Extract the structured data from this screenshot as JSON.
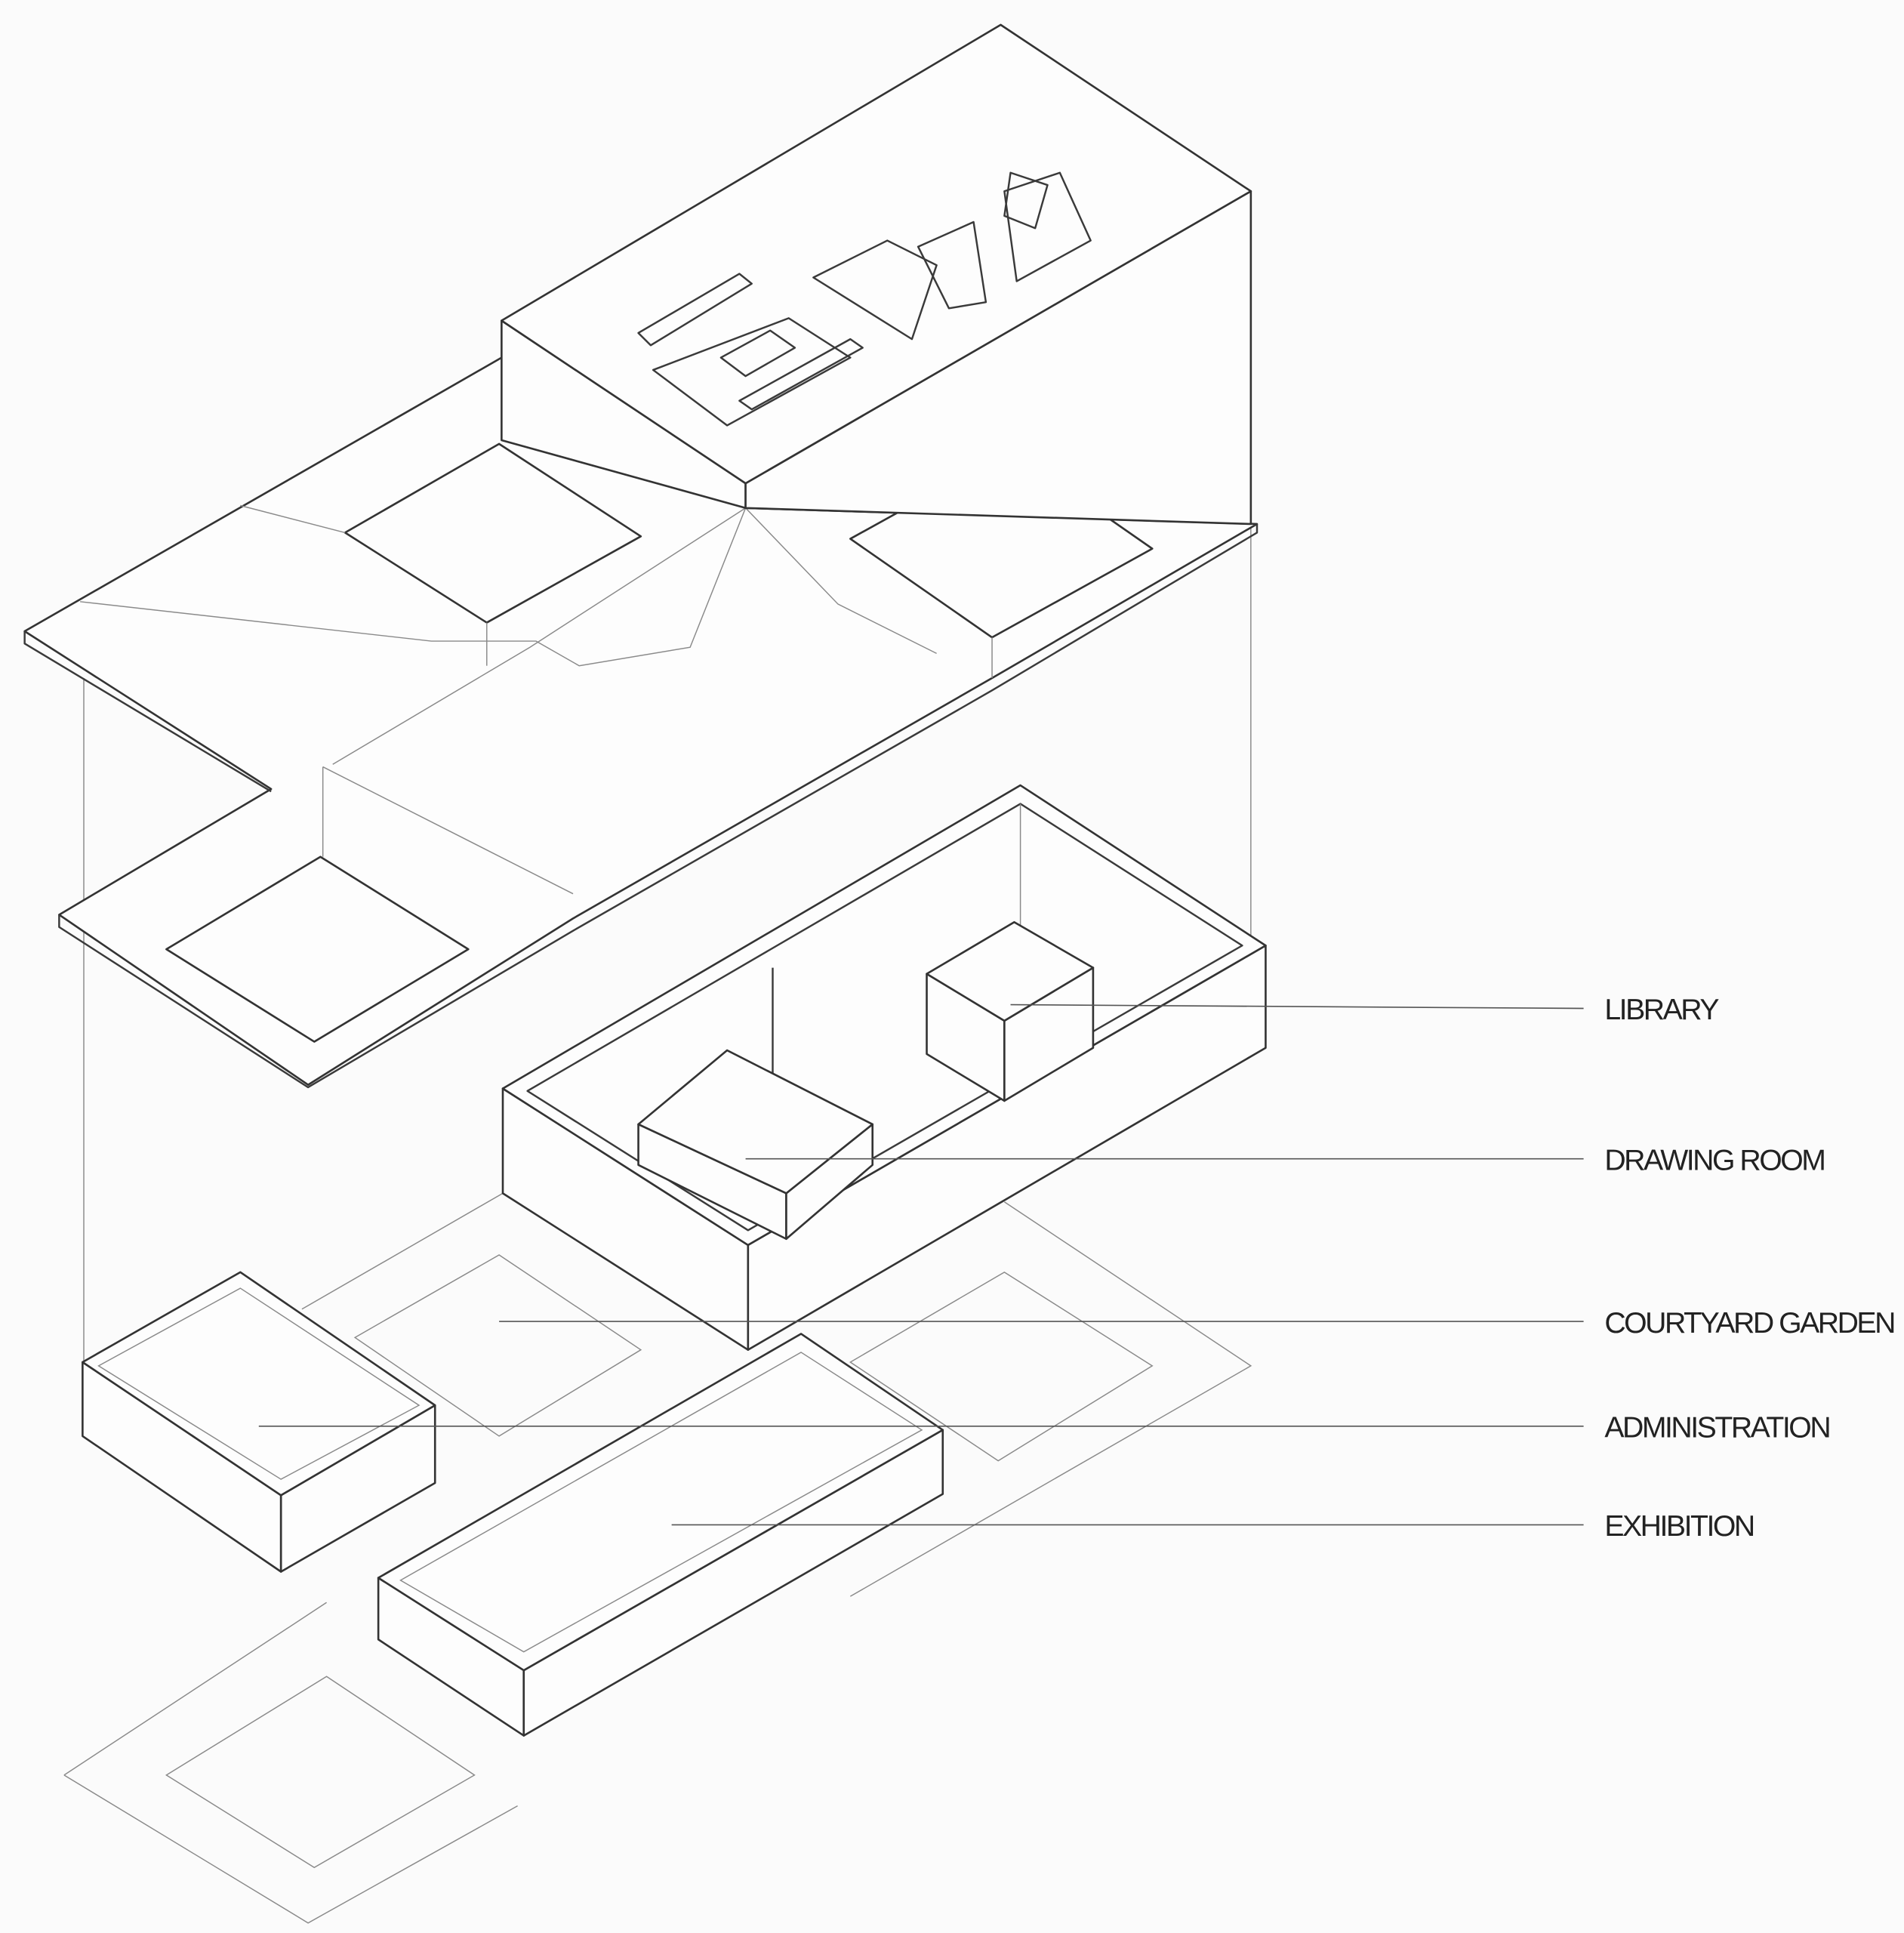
{
  "diagram": {
    "type": "exploded isometric architectural program diagram",
    "labels": [
      {
        "id": "library",
        "text": "LIBRARY"
      },
      {
        "id": "drawing-room",
        "text": "DRAWING ROOM"
      },
      {
        "id": "courtyard-garden",
        "text": "COURTYARD GARDEN"
      },
      {
        "id": "administration",
        "text": "ADMINISTRATION"
      },
      {
        "id": "exhibition",
        "text": "EXHIBITION"
      }
    ],
    "colors": {
      "line": "#333333",
      "background": "#fbfbfb"
    }
  }
}
